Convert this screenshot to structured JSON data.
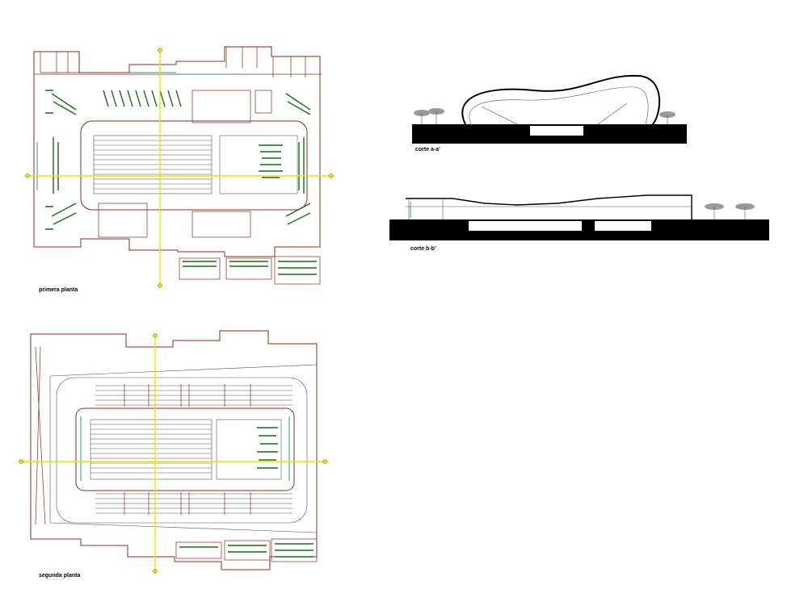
{
  "drawing": {
    "plan_first_label": "primera planta",
    "plan_second_label": "segunda planta",
    "section_a_label": "corte a-a'",
    "section_b_label": "corte b-b'"
  },
  "colors": {
    "walls": "#8b2c1a",
    "axes": "#e6e600",
    "vegetation": "#1a6b1a",
    "glazing": "#1aa08c",
    "ground": "#000000"
  }
}
